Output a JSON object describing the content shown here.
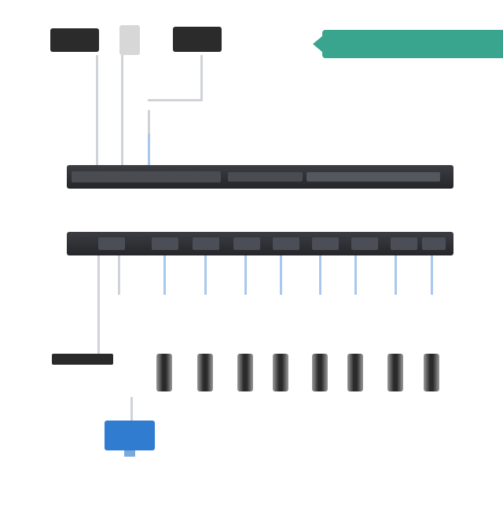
{
  "banner": {
    "text": ""
  },
  "top_devices": [
    {
      "name": "display-device",
      "label": ""
    },
    {
      "name": "usb-device",
      "label": ""
    },
    {
      "name": "recorder-device",
      "label": ""
    }
  ],
  "switch": {
    "top_label": "",
    "bottom_label": ""
  },
  "outputs": {
    "ports": [
      {
        "label": "",
        "cable_color": "#a9c8ee"
      },
      {
        "label": "",
        "cable_color": "#a9c8ee"
      },
      {
        "label": "",
        "cable_color": "#a9c8ee"
      },
      {
        "label": "",
        "cable_color": "#a9c8ee"
      },
      {
        "label": "",
        "cable_color": "#a9c8ee"
      },
      {
        "label": "",
        "cable_color": "#a9c8ee"
      },
      {
        "label": "",
        "cable_color": "#a9c8ee"
      },
      {
        "label": "",
        "cable_color": "#a9c8ee"
      }
    ],
    "caption": ""
  },
  "local_console": {
    "keyboard_label": "",
    "pc_label": "",
    "footer_left": "",
    "footer_right": ""
  },
  "colors": {
    "accent": "#3aa58f",
    "bar": "#2b2c30",
    "cable": "#cfd3d8",
    "cable_blue": "#a9c8ee",
    "pc": "#2f7cd0"
  }
}
